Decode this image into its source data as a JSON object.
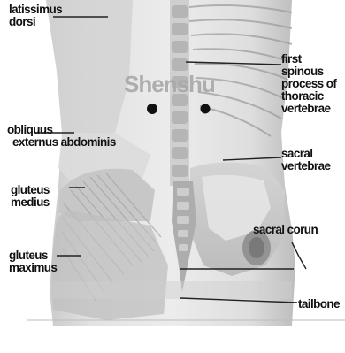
{
  "title": "Shenshu",
  "labels": {
    "latissimus_dorsi": [
      "latissimus",
      "dorsi"
    ],
    "first_spinous": [
      "first",
      "spinous",
      "process of",
      "thoracic",
      "vertebrae"
    ],
    "obliquus": [
      "obliquus",
      "externus abdominis"
    ],
    "sacral_vertebrae": [
      "sacral",
      "vertebrae"
    ],
    "gluteus_medius": [
      "gluteus",
      "medius"
    ],
    "sacral_corun": [
      "sacral corun"
    ],
    "gluteus_maximus": [
      "gluteus",
      "maximus"
    ],
    "tailbone": [
      "tailbone"
    ]
  },
  "colors": {
    "point": "#111111",
    "leader": "#222222",
    "body": "#d9d9d9"
  }
}
